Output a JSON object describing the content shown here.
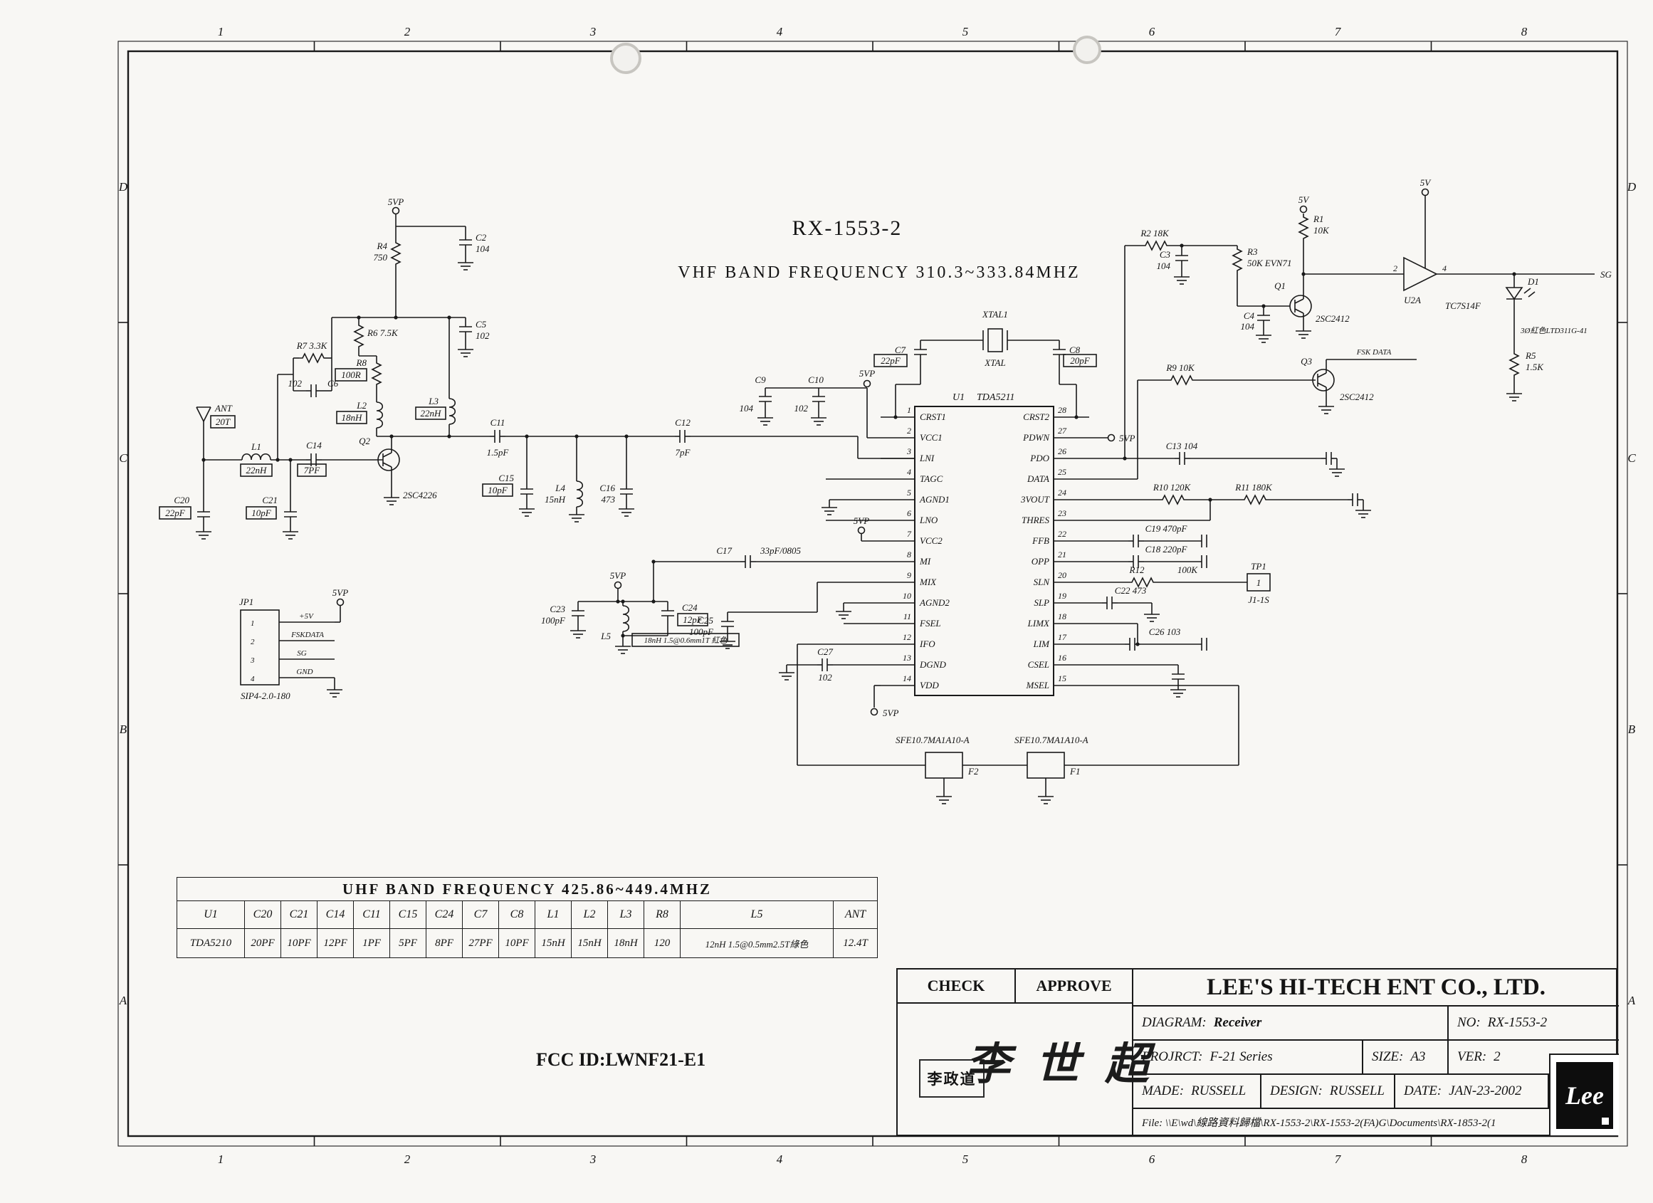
{
  "sheet": {
    "cols": [
      "1",
      "2",
      "3",
      "4",
      "5",
      "6",
      "7",
      "8"
    ],
    "rows": [
      "D",
      "C",
      "B",
      "A"
    ]
  },
  "title": {
    "main": "RX-1553-2",
    "sub": "VHF BAND FREQUENCY 310.3~333.84MHZ"
  },
  "fcc_id": "FCC ID:LWNF21-E1",
  "ic": {
    "ref": "U1",
    "part": "TDA5211",
    "left_pins": [
      {
        "num": "1",
        "name": "CRST1"
      },
      {
        "num": "2",
        "name": "VCC1"
      },
      {
        "num": "3",
        "name": "LNI"
      },
      {
        "num": "4",
        "name": "TAGC"
      },
      {
        "num": "5",
        "name": "AGND1"
      },
      {
        "num": "6",
        "name": "LNO"
      },
      {
        "num": "7",
        "name": "VCC2"
      },
      {
        "num": "8",
        "name": "MI"
      },
      {
        "num": "9",
        "name": "MIX"
      },
      {
        "num": "10",
        "name": "AGND2"
      },
      {
        "num": "11",
        "name": "FSEL"
      },
      {
        "num": "12",
        "name": "IFO"
      },
      {
        "num": "13",
        "name": "DGND"
      },
      {
        "num": "14",
        "name": "VDD"
      }
    ],
    "right_pins": [
      {
        "num": "28",
        "name": "CRST2"
      },
      {
        "num": "27",
        "name": "PDWN"
      },
      {
        "num": "26",
        "name": "PDO"
      },
      {
        "num": "25",
        "name": "DATA"
      },
      {
        "num": "24",
        "name": "3VOUT"
      },
      {
        "num": "23",
        "name": "THRES"
      },
      {
        "num": "22",
        "name": "FFB"
      },
      {
        "num": "21",
        "name": "OPP"
      },
      {
        "num": "20",
        "name": "SLN"
      },
      {
        "num": "19",
        "name": "SLP"
      },
      {
        "num": "18",
        "name": "LIMX"
      },
      {
        "num": "17",
        "name": "LIM"
      },
      {
        "num": "16",
        "name": "CSEL"
      },
      {
        "num": "15",
        "name": "MSEL"
      }
    ]
  },
  "labels": {
    "vp": "5VP",
    "v5": "5V",
    "ant": "ANT",
    "ant_v": "20T",
    "l1": "L1",
    "l1_v": "22nH",
    "l2": "L2",
    "l2_v": "18nH",
    "l3": "L3",
    "l3_v": "22nH",
    "l4": "L4",
    "l4_v": "15nH",
    "l5": "L5",
    "l5_v": "18nH 1.5@0.6mm1T 紅色",
    "r1": "R1",
    "r1_v": "10K",
    "r2": "R2  18K",
    "r3": "R3",
    "r3_v": "50K EVN71",
    "r4": "R4",
    "r4_v": "750",
    "r5": "R5",
    "r5_v": "1.5K",
    "r6": "R6  7.5K",
    "r7": "R7  3.3K",
    "r8": "R8",
    "r8_v": "100R",
    "r9": "R9  10K",
    "r10": "R10  120K",
    "r11": "R11  180K",
    "r12": "R12",
    "r12_v": "100K",
    "c2": "C2",
    "c2_v": "104",
    "c3": "C3",
    "c3_v": "104",
    "c4": "C4",
    "c4_v": "104",
    "c5": "C5",
    "c5_v": "102",
    "c6": "C6",
    "c6_v": "102",
    "c7": "C7",
    "c7_v": "22pF",
    "c8": "C8",
    "c8_v": "20pF",
    "c9": "C9",
    "c9_v": "104",
    "c10": "C10",
    "c10_v": "102",
    "c11": "C11",
    "c11_v": "1.5pF",
    "c12": "C12",
    "c12_v": "7pF",
    "c13": "C13  104",
    "c14": "C14",
    "c14_v": "7PF",
    "c15": "C15",
    "c15_v": "10pF",
    "c16": "C16",
    "c16_v": "473",
    "c17": "C17",
    "c17_v": "33pF/0805",
    "c18": "C18  220pF",
    "c19": "C19  470pF",
    "c20": "C20",
    "c20_v": "22pF",
    "c21": "C21",
    "c21_v": "10pF",
    "c22": "C22  473",
    "c23": "C23",
    "c23_v": "100pF",
    "c24": "C24",
    "c24_v": "12pF",
    "c25": "C25",
    "c25_v": "100pF",
    "c26": "C26  103",
    "c27": "C27",
    "c27_v": "102",
    "q1": "Q1",
    "q1_v": "2SC2412",
    "q2": "Q2",
    "q2_v": "2SC4226",
    "q3": "Q3",
    "q3_v": "2SC2412",
    "u2": "U2A",
    "u2_v": "TC7S14F",
    "u2_in": "2",
    "u2_out": "4",
    "d1": "D1",
    "d1_v": "3Ø紅色LTD311G-41",
    "xtal": "XTAL1",
    "xtal_v": "XTAL",
    "tp1": "TP1",
    "tp1_pin": "1",
    "tp1_v": "J1-1S",
    "saw": "SFE10.7MA1A10-A",
    "f1": "F1",
    "f2": "F2",
    "fsk": "FSK DATA",
    "sg": "SG",
    "jp1": "JP1",
    "jp1_v": "SIP4-2.0-180",
    "jp1_p1": "1",
    "jp1_p2": "2",
    "jp1_p3": "3",
    "jp1_p4": "4",
    "jp1_n1": "+5V",
    "jp1_n2": "FSKDATA",
    "jp1_n3": "SG",
    "jp1_n4": "GND"
  },
  "table": {
    "title": "UHF BAND FREQUENCY 425.86~449.4MHZ",
    "headers": [
      "U1",
      "C20",
      "C21",
      "C14",
      "C11",
      "C15",
      "C24",
      "C7",
      "C8",
      "L1",
      "L2",
      "L3",
      "R8",
      "L5",
      "ANT"
    ],
    "values": [
      "TDA5210",
      "20PF",
      "10PF",
      "12PF",
      "1PF",
      "5PF",
      "8PF",
      "27PF",
      "10PF",
      "15nH",
      "15nH",
      "18nH",
      "120",
      "12nH 1.5@0.5mm2.5T綠色",
      "12.4T"
    ]
  },
  "title_block": {
    "check": "CHECK",
    "approve": "APPROVE",
    "company": "LEE'S HI-TECH ENT CO., LTD.",
    "diagram_label": "DIAGRAM:",
    "diagram": "Receiver",
    "no_label": "NO:",
    "no": "RX-1553-2",
    "project_label": "PROJRCT:",
    "project": "F-21 Series",
    "size_label": "SIZE:",
    "size": "A3",
    "ver_label": "VER:",
    "ver": "2",
    "made_label": "MADE:",
    "made": "RUSSELL",
    "design_label": "DESIGN:",
    "design": "RUSSELL",
    "date_label": "DATE:",
    "date": "JAN-23-2002",
    "file": "File: \\\\E\\wd\\線路資料歸檔\\RX-1553-2\\RX-1553-2(FA)G\\Documents\\RX-1853-2(1",
    "stamp": "李政道",
    "signature": "李 世 超",
    "logo": "Lee"
  }
}
